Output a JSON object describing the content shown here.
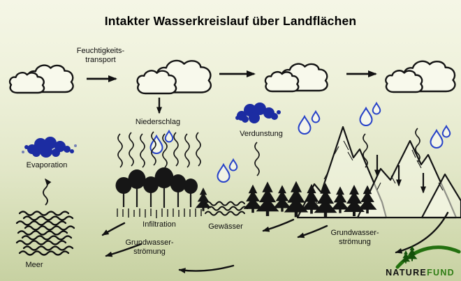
{
  "title": "Intakter Wasserkreislauf über Landflächen",
  "labels": {
    "moisture_transport": {
      "line1": "Feuchtigkeits-",
      "line2": "transport"
    },
    "precipitation": "Niederschlag",
    "evapotranspiration": "Verdunstung",
    "evaporation": "Evaporation",
    "sea": "Meer",
    "infiltration": "Infiltration",
    "surface_water": "Gewässer",
    "groundwater_flow_left": {
      "line1": "Grundwasser-",
      "line2": "strömung"
    },
    "groundwater_flow_right": {
      "line1": "Grundwasser-",
      "line2": "strömung"
    },
    "logo": {
      "part1": "NATURE",
      "part2": "FUND"
    }
  },
  "colors": {
    "background_top": "#f5f6e6",
    "background_bottom": "#c7d1a2",
    "ink": "#111111",
    "droplet_blue": "#2742c8",
    "steam_cloud_blue": "#1c2ca2",
    "logo_green": "#2f7d14"
  },
  "icons": {
    "clouds": "outline-cloud-icon",
    "raindrops": "water-droplet-icon",
    "steam": "blue-vapor-cloud-icon",
    "trees": "deciduous-tree-icon",
    "conifers": "fir-tree-icon",
    "mountains": "mountain-range-icon",
    "waves": "water-waves-icon",
    "logo_arc": "naturefund-hill-arc-icon"
  }
}
